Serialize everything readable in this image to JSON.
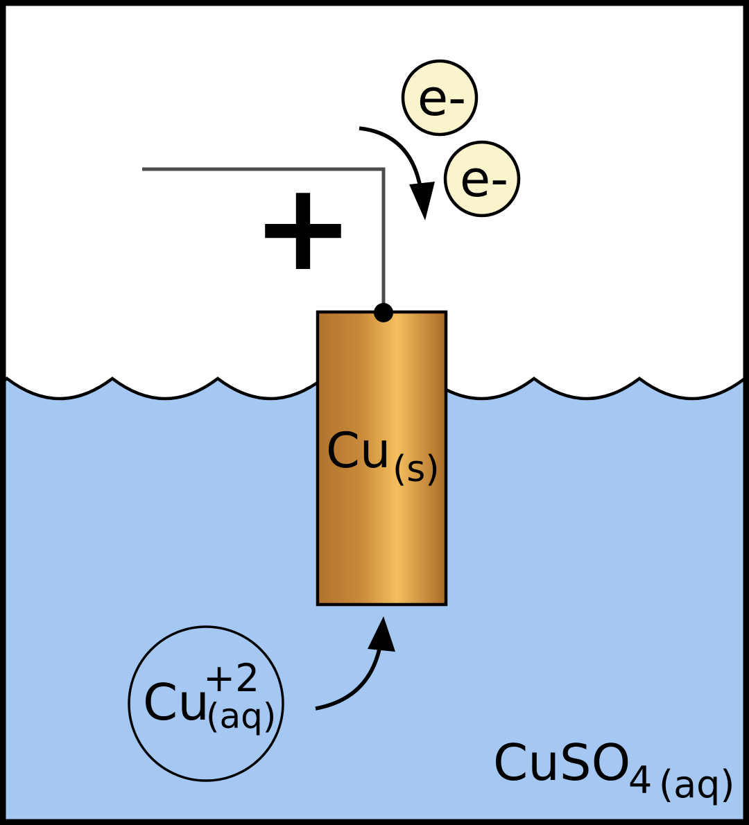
{
  "diagram": {
    "type": "electrochemistry-electrode-diagram",
    "labels": {
      "polarity": "+",
      "electron_1": "e-",
      "electron_2": "e-",
      "electrode": {
        "symbol": "Cu",
        "state": "(s)"
      },
      "ion": {
        "symbol": "Cu",
        "charge": "+2",
        "state": "(aq)"
      },
      "solution": {
        "formula": "CuSO",
        "subscript": "4",
        "state": "(aq)"
      }
    },
    "colors": {
      "background_white": "#ffffff",
      "solution_blue": "#a5c8f3",
      "electron_yellow": "#f9f4cb",
      "copper_dark": "#b1722d",
      "copper_light": "#f4be5e",
      "copper_edge": "#a96a26",
      "wire_gray": "#4d4d4d",
      "outline_black": "#000000",
      "text_black": "#000000"
    }
  }
}
